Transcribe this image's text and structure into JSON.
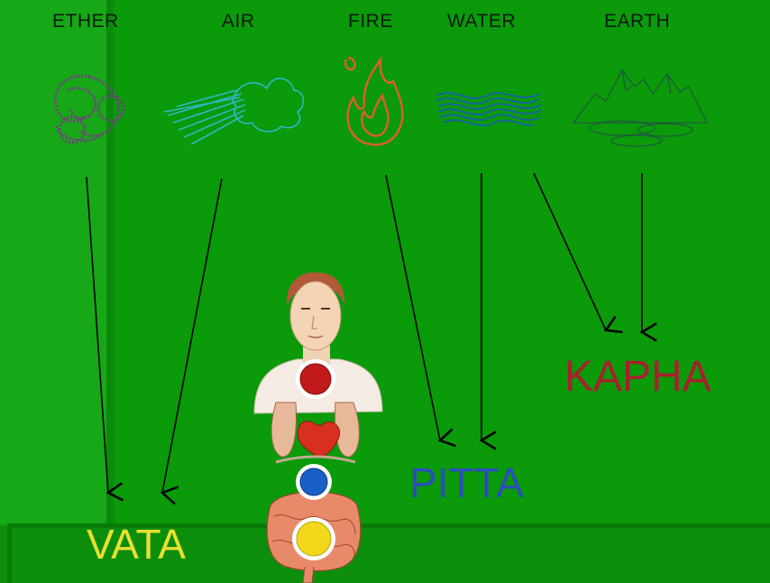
{
  "elements": [
    {
      "key": "ether",
      "label": "ETHER",
      "icon": "ether-spiral-icon",
      "color": "#7b3a8a"
    },
    {
      "key": "air",
      "label": "AIR",
      "icon": "wind-cloud-icon",
      "color": "#2fb8c8"
    },
    {
      "key": "fire",
      "label": "FIRE",
      "icon": "flame-icon",
      "color": "#d8602a"
    },
    {
      "key": "water",
      "label": "WATER",
      "icon": "water-waves-icon",
      "color": "#1a5fa8"
    },
    {
      "key": "earth",
      "label": "EARTH",
      "icon": "mountain-icon",
      "color": "#1f5a3a"
    }
  ],
  "doshas": [
    {
      "key": "vata",
      "label": "VATA",
      "color": "#e8e030"
    },
    {
      "key": "pitta",
      "label": "PITTA",
      "color": "#2a4fb8"
    },
    {
      "key": "kapha",
      "label": "KAPHA",
      "color": "#a8202e"
    }
  ],
  "figure": {
    "icon": "human-body-illustration",
    "chakras": [
      {
        "key": "chest",
        "color": "#c01a1a"
      },
      {
        "key": "stomach",
        "color": "#1a5fc8"
      },
      {
        "key": "intestine",
        "color": "#f2d81a"
      }
    ]
  }
}
